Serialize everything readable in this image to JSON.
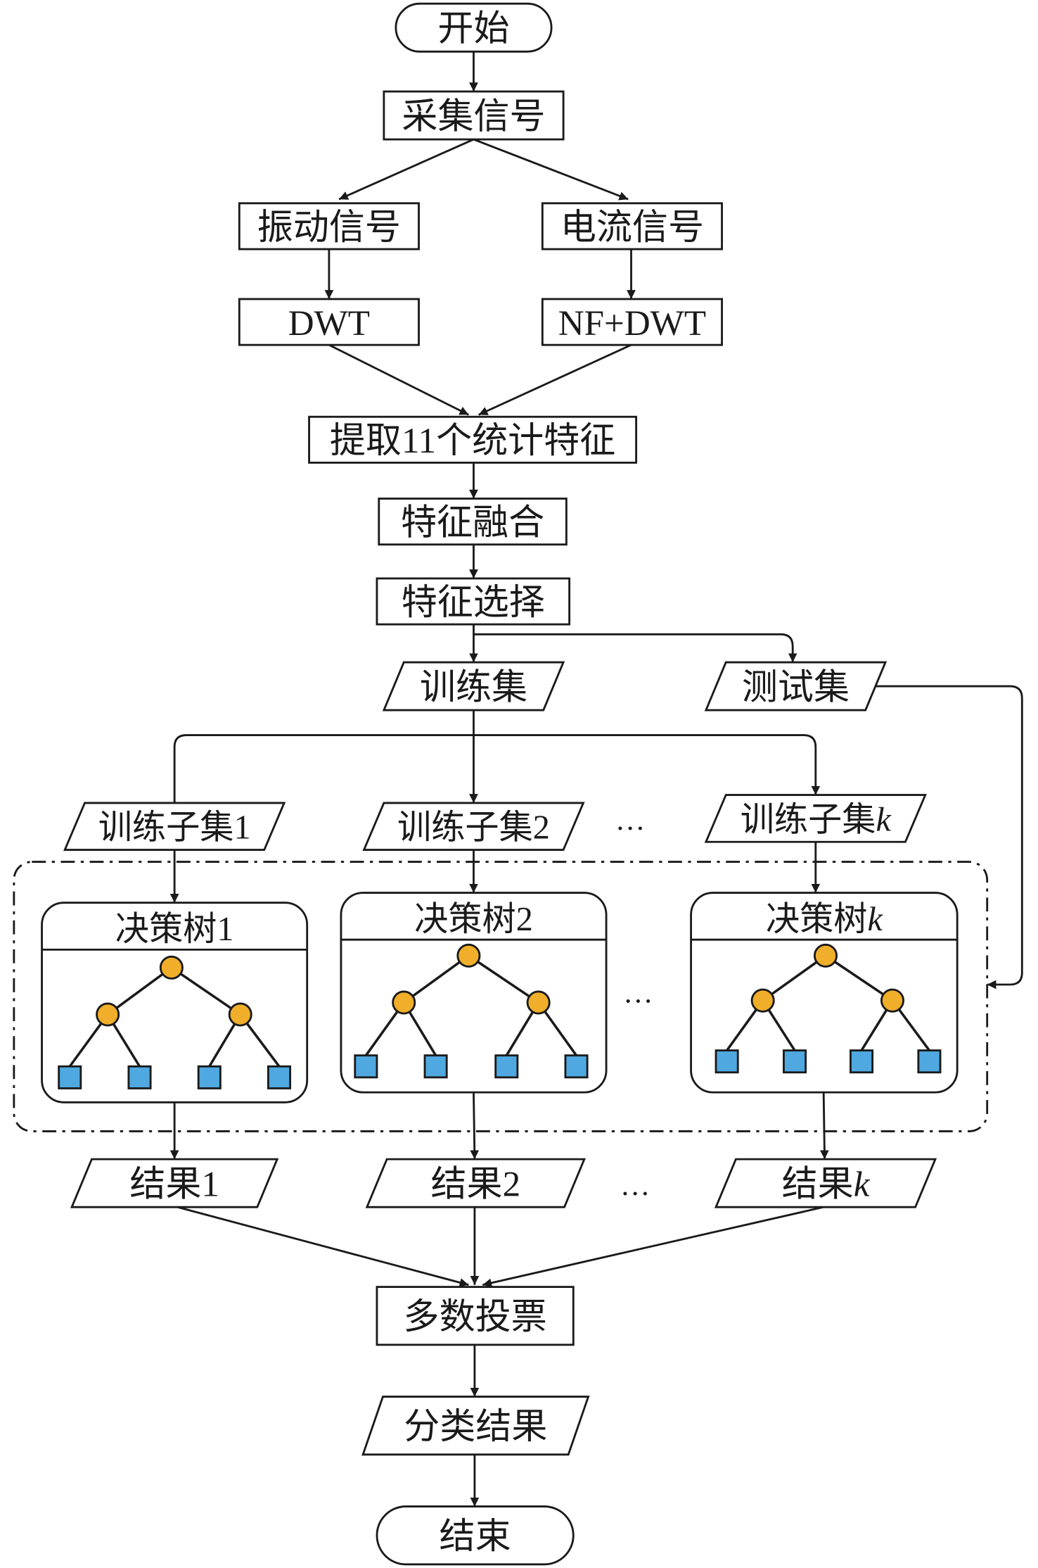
{
  "colors": {
    "line": "#1a1a1a",
    "internal_node": "#F0AE2A",
    "leaf_node": "#4FA8E0"
  },
  "nodes": {
    "start": "开始",
    "collect": "采集信号",
    "vibration": "振动信号",
    "current": "电流信号",
    "dwt": "DWT",
    "nf_dwt": "NF+DWT",
    "extract": "提取11个统计特征",
    "fusion": "特征融合",
    "selection": "特征选择",
    "train_set": "训练集",
    "test_set": "测试集",
    "subset1": {
      "text": "训练子集1",
      "italic": ""
    },
    "subset2": {
      "text": "训练子集2",
      "italic": ""
    },
    "subsetk": {
      "text": "训练子集",
      "italic": "k"
    },
    "tree1": {
      "text": "决策树1",
      "italic": ""
    },
    "tree2": {
      "text": "决策树2",
      "italic": ""
    },
    "treek": {
      "text": "决策树",
      "italic": "k"
    },
    "result1": {
      "text": "结果1",
      "italic": ""
    },
    "result2": {
      "text": "结果2",
      "italic": ""
    },
    "resultk": {
      "text": "结果",
      "italic": "k"
    },
    "vote": "多数投票",
    "classification": "分类结果",
    "end": "结束",
    "ellipsis": "…"
  }
}
